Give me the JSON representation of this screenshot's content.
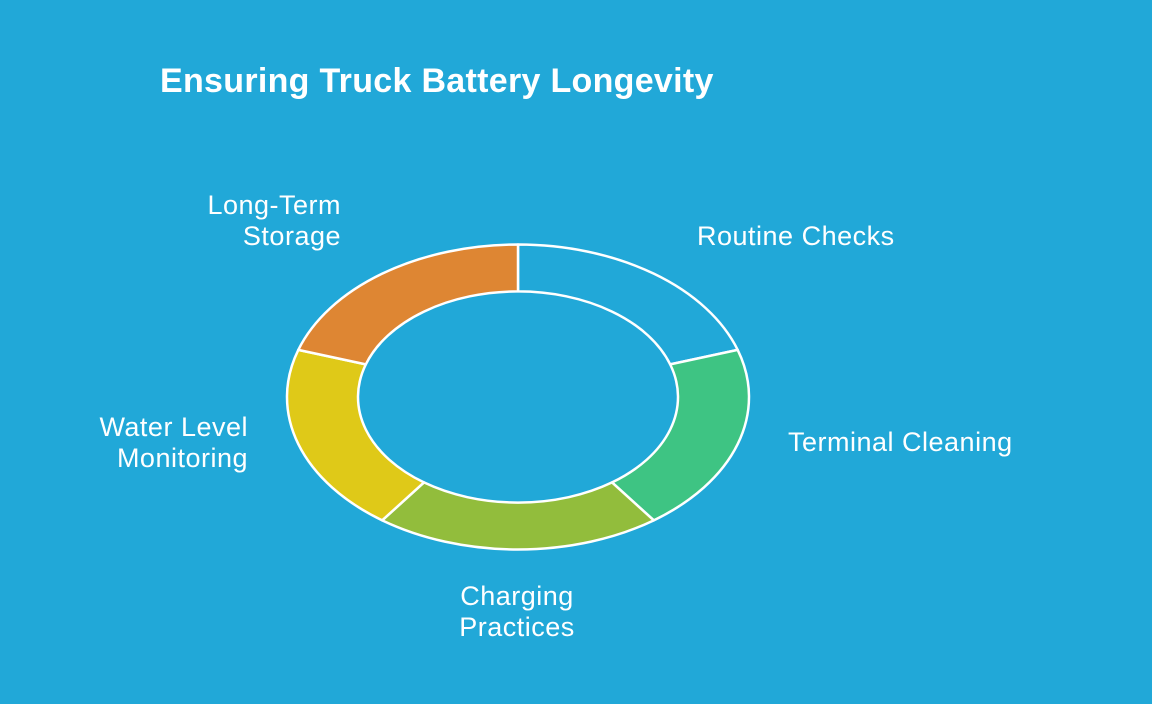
{
  "title": "Ensuring Truck Battery Longevity",
  "colors": {
    "background": "#21a8d8",
    "outline": "#ffffff"
  },
  "segments": [
    {
      "label_lines": [
        "Routine Checks"
      ],
      "color": "#21a8d8"
    },
    {
      "label_lines": [
        "Terminal Cleaning"
      ],
      "color": "#3ec483"
    },
    {
      "label_lines": [
        "Charging",
        "Practices"
      ],
      "color": "#92bd3c"
    },
    {
      "label_lines": [
        "Water Level",
        "Monitoring"
      ],
      "color": "#dfc918"
    },
    {
      "label_lines": [
        "Long-Term",
        "Storage"
      ],
      "color": "#de8633"
    }
  ]
}
